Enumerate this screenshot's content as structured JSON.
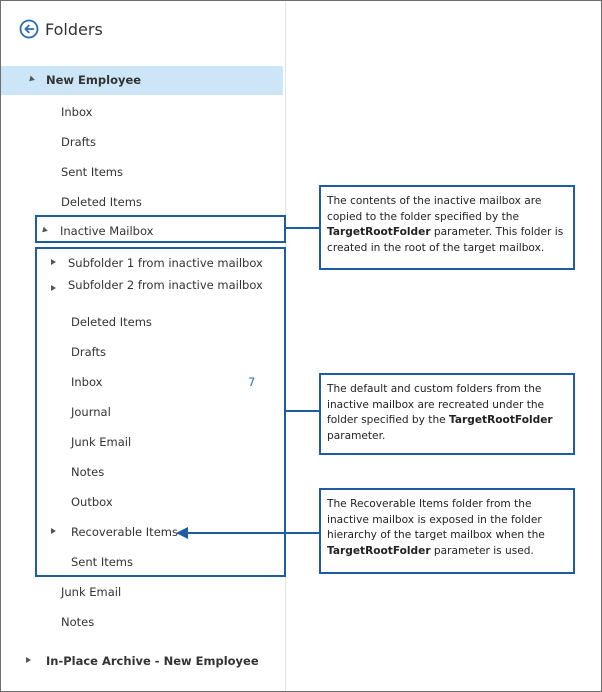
{
  "header": {
    "title": "Folders"
  },
  "folders": {
    "root": "New Employee",
    "inbox": "Inbox",
    "drafts": "Drafts",
    "sent_items": "Sent Items",
    "deleted_items": "Deleted Items",
    "inactive_mailbox": "Inactive Mailbox",
    "subfolder1": "Subfolder 1 from inactive mailbox",
    "subfolder2": "Subfolder 2 from inactive mailbox",
    "inner_deleted_items": "Deleted Items",
    "inner_drafts": "Drafts",
    "inner_inbox": "Inbox",
    "inner_inbox_count": "7",
    "inner_journal": "Journal",
    "inner_junk_email": "Junk Email",
    "inner_notes": "Notes",
    "inner_outbox": "Outbox",
    "inner_recoverable_items": "Recoverable Items",
    "inner_sent_items": "Sent Items",
    "junk_email": "Junk Email",
    "notes": "Notes",
    "archive": "In-Place Archive - New Employee"
  },
  "callouts": {
    "c1_pre": "The contents of the inactive mailbox are copied to the folder specified by the ",
    "c1_bold": "TargetRootFolder",
    "c1_post": " parameter. This folder is created in the root of the target mailbox.",
    "c2_pre": "The default and custom folders from the inactive mailbox are recreated under the folder specified by the ",
    "c2_bold": "TargetRootFolder",
    "c2_post": " parameter.",
    "c3_pre": "The Recoverable Items folder from the inactive mailbox is exposed in the folder hierarchy of the target mailbox when the ",
    "c3_bold": "TargetRootFolder",
    "c3_post": " parameter is used."
  },
  "colors": {
    "accent": "#1f5da3",
    "selected": "#cde6f7",
    "count": "#2a6cb0"
  }
}
